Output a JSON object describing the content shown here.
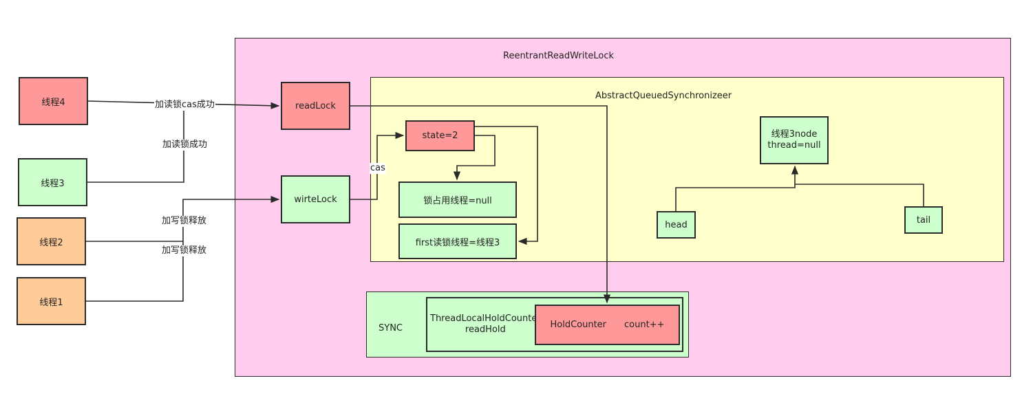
{
  "colors": {
    "outer_bg": "#ffccee",
    "aqs_bg": "#ffffcc",
    "green": "#ccffcc",
    "red": "#ff9999",
    "orange": "#ffcc99",
    "line": "#2a2a2a"
  },
  "containers": {
    "outer_title": "ReentrantReadWriteLock",
    "aqs_title": "AbstractQueuedSynchronizeer",
    "sync_label": "SYNC",
    "thread_local_label": "ThreadLocalHoldCounter\nreadHold"
  },
  "threads": {
    "t4": "线程4",
    "t3": "线程3",
    "t2": "线程2",
    "t1": "线程1"
  },
  "locks": {
    "read": "readLock",
    "write": "wirteLock"
  },
  "aqs_nodes": {
    "state": "state=2",
    "owner": "锁占用线程=null",
    "first_reader": "first读锁线程=线程3",
    "node3": "线程3node\nthread=null",
    "head": "head",
    "tail": "tail"
  },
  "hold_counter": {
    "name": "HoldCounter",
    "count": "count++"
  },
  "edge_labels": {
    "read_cas_success": "加读锁cas成功",
    "read_success": "加读锁成功",
    "write_release_1": "加写锁释放",
    "write_release_2": "加写锁释放",
    "cas": "cas"
  }
}
